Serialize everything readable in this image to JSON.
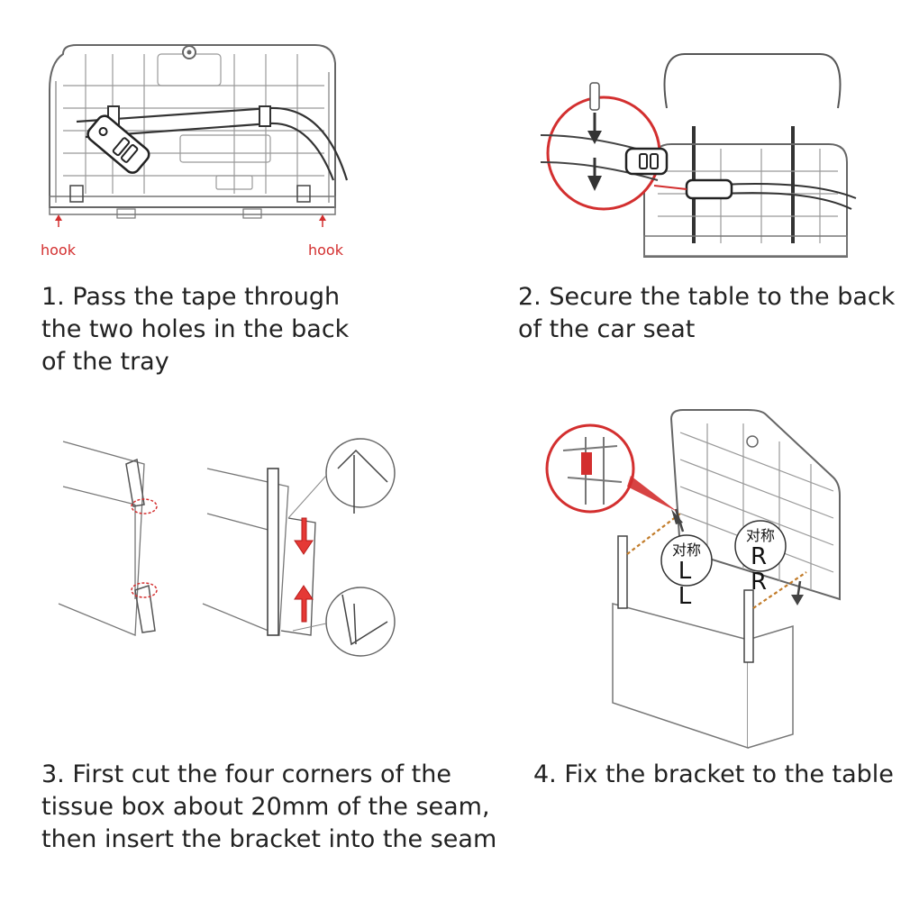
{
  "steps": [
    {
      "id": 1,
      "caption_lines": [
        "1. Pass the tape through",
        "the two holes in the back",
        "of the tray"
      ],
      "labels": {
        "hook_left": "hook",
        "hook_right": "hook"
      }
    },
    {
      "id": 2,
      "caption_lines": [
        "2. Secure the table to the back",
        "of the car seat"
      ]
    },
    {
      "id": 3,
      "caption_lines": [
        "3. First cut the four corners of the",
        "tissue box about 20mm of the seam,",
        "then insert the bracket into the seam"
      ]
    },
    {
      "id": 4,
      "caption_lines": [
        "4. Fix the bracket to the table"
      ],
      "labels": {
        "left_zh": "对称",
        "left_pair": "L L",
        "right_zh": "对称",
        "right_pair": "R R"
      }
    }
  ],
  "colors": {
    "accent": "#d32f2f",
    "line": "#555555",
    "arrow": "#333333",
    "red_arrow": "#e53935"
  }
}
